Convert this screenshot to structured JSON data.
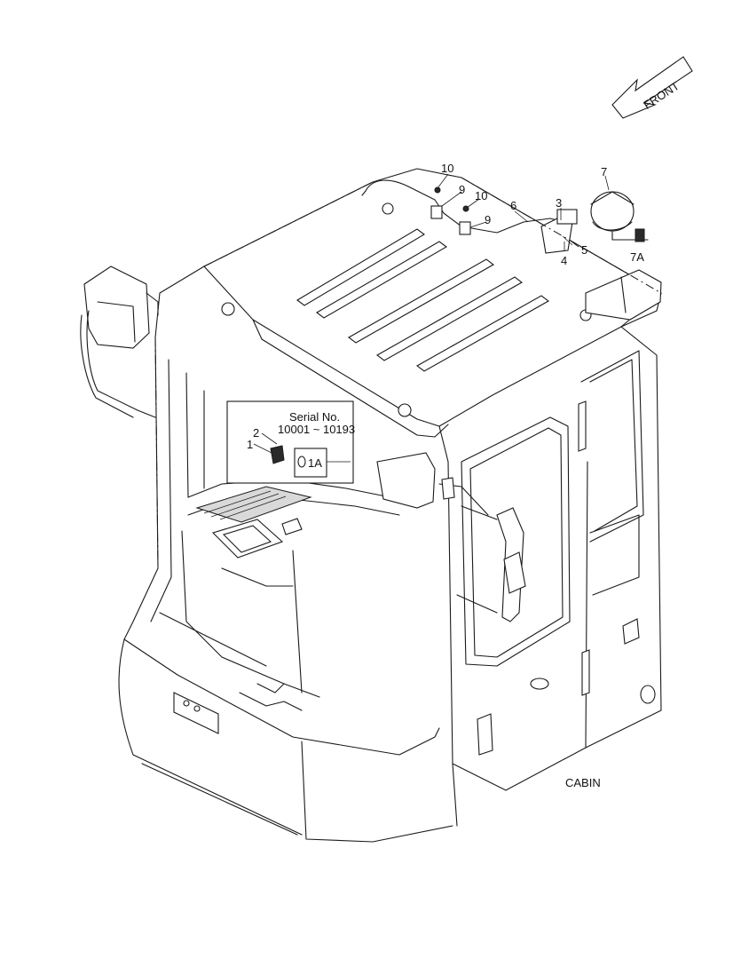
{
  "direction_arrow": {
    "label": "FRONT"
  },
  "serial_box": {
    "line1": "Serial No.",
    "line2": "10001 ~ 10193"
  },
  "part_callouts": [
    {
      "id": "callout-1",
      "label": "1"
    },
    {
      "id": "callout-1a",
      "label": "1A"
    },
    {
      "id": "callout-2",
      "label": "2"
    },
    {
      "id": "callout-3",
      "label": "3"
    },
    {
      "id": "callout-4",
      "label": "4"
    },
    {
      "id": "callout-5",
      "label": "5"
    },
    {
      "id": "callout-6",
      "label": "6"
    },
    {
      "id": "callout-7",
      "label": "7"
    },
    {
      "id": "callout-7a",
      "label": "7A"
    },
    {
      "id": "callout-9a",
      "label": "9"
    },
    {
      "id": "callout-9b",
      "label": "9"
    },
    {
      "id": "callout-10a",
      "label": "10"
    },
    {
      "id": "callout-10b",
      "label": "10"
    }
  ],
  "assembly_label": "CABIN"
}
